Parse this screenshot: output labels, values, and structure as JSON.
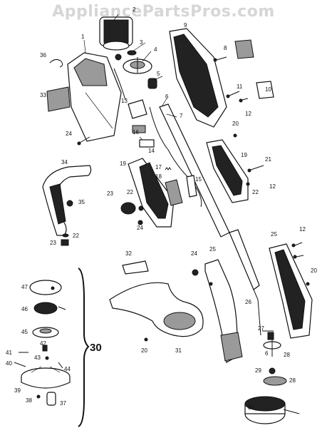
{
  "watermark": "AppliancePartsPros.com",
  "assembly_label": "30",
  "callouts": {
    "c1": "1",
    "c2": "2",
    "c3": "3",
    "c4": "4",
    "c5": "5",
    "c6": "6",
    "c7": "7",
    "c8": "8",
    "c9": "9",
    "c10": "10",
    "c11": "11",
    "c12a": "12",
    "c12b": "12",
    "c12c": "12",
    "c13": "13",
    "c14": "14",
    "c15": "15",
    "c16": "16",
    "c17": "17",
    "c18": "18",
    "c19a": "19",
    "c19b": "19",
    "c20a": "20",
    "c20b": "20",
    "c20c": "20",
    "c21": "21",
    "c22a": "22",
    "c22b": "22",
    "c22c": "22",
    "c23a": "23",
    "c23b": "23",
    "c24a": "24",
    "c24b": "24",
    "c24c": "24",
    "c25a": "25",
    "c25b": "25",
    "c26": "26",
    "c27": "27",
    "c28a": "28",
    "c28b": "28",
    "c29": "29",
    "c30": "30",
    "c31": "31",
    "c32": "32",
    "c33": "33",
    "c34": "34",
    "c35": "35",
    "c36": "36",
    "c37": "37",
    "c38": "38",
    "c39": "39",
    "c40": "40",
    "c41": "41",
    "c42": "42",
    "c43": "43",
    "c44": "44",
    "c45": "45",
    "c46": "46",
    "c47": "47",
    "c6b": "6"
  }
}
